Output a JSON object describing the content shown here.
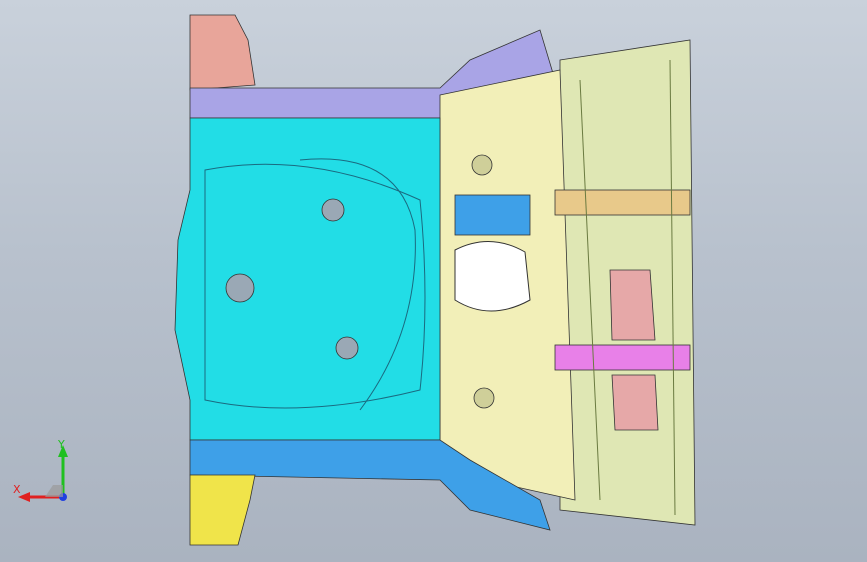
{
  "viewport": {
    "background_top": "#c9d1db",
    "background_bottom": "#aab3c0"
  },
  "model": {
    "name_icon": "car-underbody-floor-assembly",
    "part_colors": {
      "front_panel": "#22dde6",
      "center_tunnel": "#f2efb8",
      "rear_floor": "#dfe7b4",
      "left_rail_top": "#a9a4e6",
      "left_rail_bottom": "#3ea0e8",
      "top_left_bracket": "#e8a59a",
      "bottom_left_bracket": "#f0e44a",
      "crossmember_top": "#e8c98a",
      "crossmember_bottom": "#e880e8",
      "rear_mount": "#e6a8a8"
    }
  },
  "triad": {
    "x_label": "X",
    "y_label": "Y",
    "x_color": "#e02020",
    "y_color": "#20c020",
    "z_color": "#2040e0"
  }
}
